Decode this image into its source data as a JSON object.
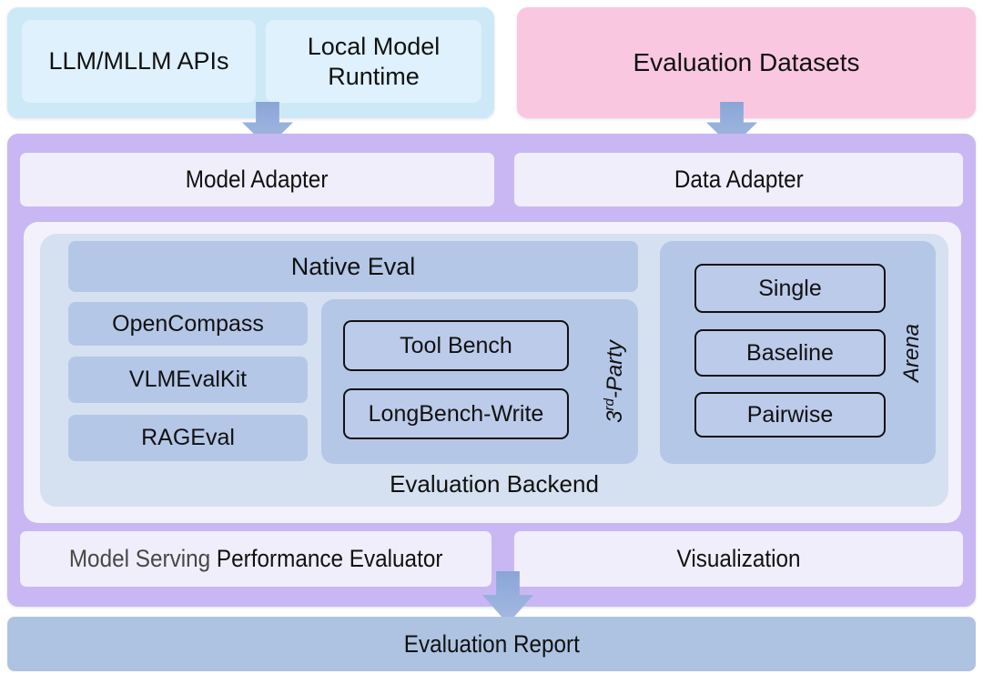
{
  "palette": {
    "source_container": "#cde9f8",
    "source_box": "#dff1fc",
    "datasets_box": "#f9c8e0",
    "framework_container": "#c9b7f3",
    "adapter_box": "#f1eefb",
    "backend_panel": "#f3f1fc",
    "backend_container": "#d5e1f0",
    "module_box": "#b5c7e7",
    "outlined_box_fill": "#bccbea",
    "report_box": "#aec3e2",
    "arrow": "#91abd9",
    "muted_text": "#474747"
  },
  "sources": {
    "items": [
      {
        "label": "LLM/MLLM APIs"
      },
      {
        "label": "Local Model Runtime"
      }
    ]
  },
  "datasets": {
    "label": "Evaluation Datasets"
  },
  "adapters": {
    "model": "Model Adapter",
    "data": "Data Adapter"
  },
  "backend": {
    "caption": "Evaluation Backend",
    "native": "Native Eval",
    "backends": [
      "OpenCompass",
      "VLMEvalKit",
      "RAGEval"
    ],
    "third_party": {
      "label": {
        "base": "3",
        "sup": "rd",
        "rest": "-Party"
      },
      "items": [
        "Tool Bench",
        "LongBench-Write"
      ]
    },
    "arena": {
      "label": "Arena",
      "items": [
        "Single",
        "Baseline",
        "Pairwise"
      ]
    }
  },
  "bottom": {
    "perf": {
      "gray": "Model Serving",
      "black": "Performance Evaluator"
    },
    "viz": "Visualization"
  },
  "report": {
    "label": "Evaluation Report"
  }
}
